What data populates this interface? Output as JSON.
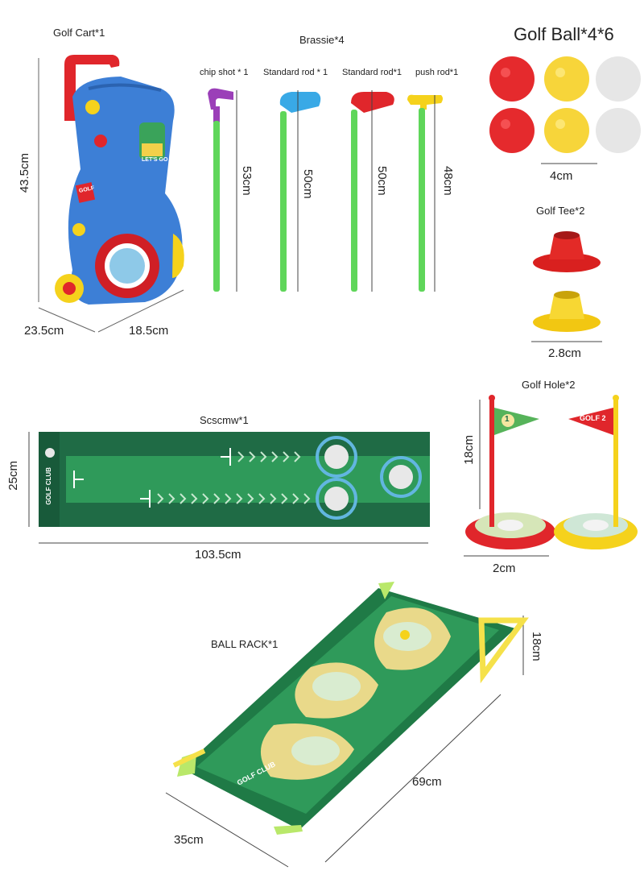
{
  "cart": {
    "title": "Golf Cart*1",
    "height": "43.5cm",
    "depth": "23.5cm",
    "width": "18.5cm",
    "badge": "LET'S GO",
    "sticker": "GOLF"
  },
  "clubs": {
    "title": "Brassie*4",
    "items": [
      {
        "name": "chip shot * 1",
        "length": "53cm"
      },
      {
        "name": "Standard rod * 1",
        "length": "50cm"
      },
      {
        "name": "Standard rod*1",
        "length": "50cm"
      },
      {
        "name": "push rod*1",
        "length": "48cm"
      }
    ]
  },
  "balls": {
    "title": "Golf Ball*4*6",
    "size": "4cm"
  },
  "tees": {
    "title": "Golf Tee*2",
    "size": "2.8cm"
  },
  "mat": {
    "title": "Scscmw*1",
    "height": "25cm",
    "length": "103.5cm",
    "logo": "GOLF CLUB"
  },
  "holes": {
    "title": "Golf Hole*2",
    "height": "18cm",
    "base": "2cm",
    "flag1": "1",
    "flag2": "GOLF 2"
  },
  "rack": {
    "title": "BALL RACK*1",
    "height": "18cm",
    "length": "69cm",
    "width": "35cm",
    "logo": "GOLF CLUB"
  },
  "colors": {
    "mat_dark": "#1f6b45",
    "mat_light": "#2f9a5a",
    "cart_blue": "#3d7fd6",
    "red": "#e0262b",
    "yellow": "#f5d21c",
    "green_shaft": "#5fd65a"
  }
}
